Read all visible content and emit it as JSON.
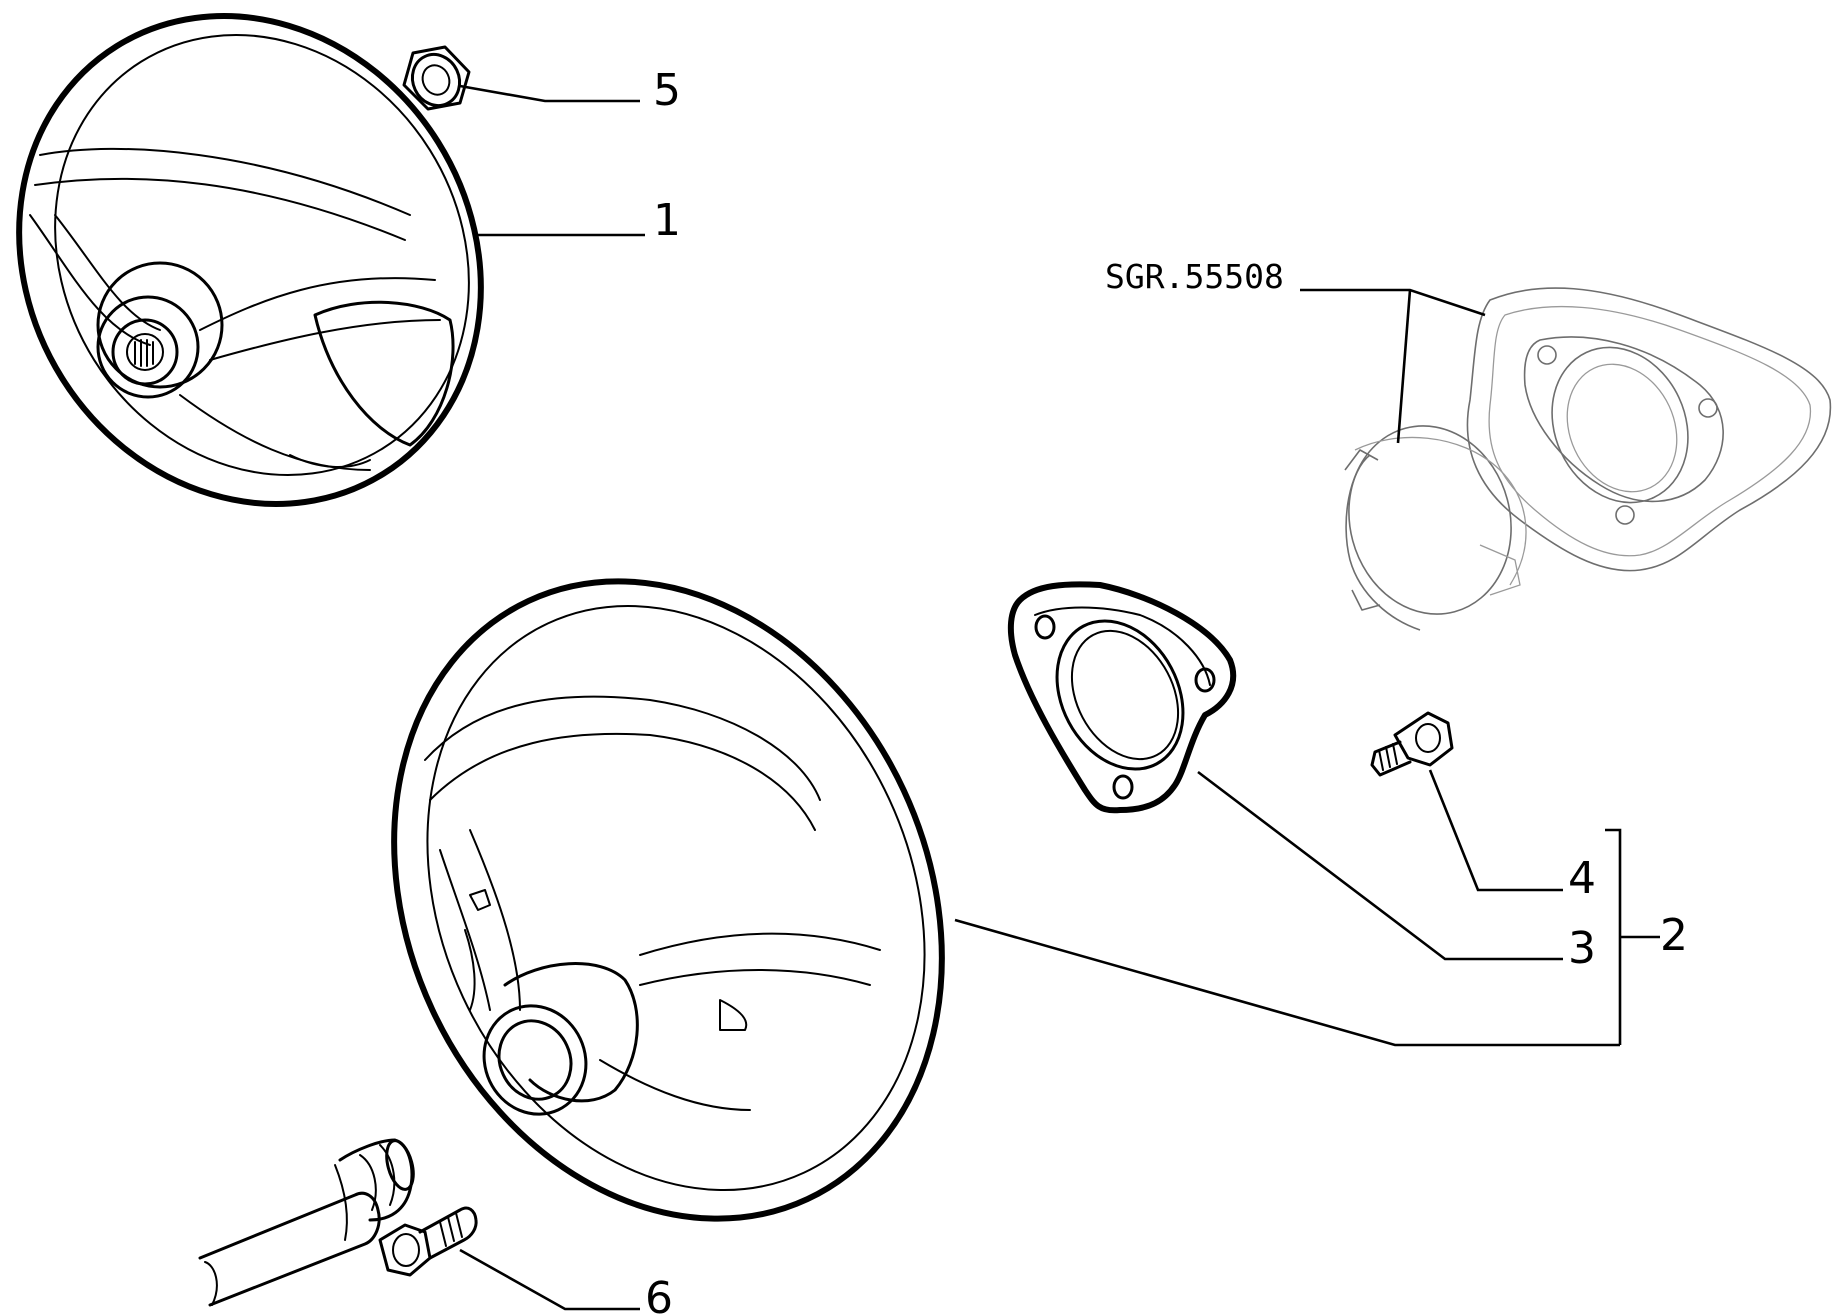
{
  "callouts": {
    "c1": "1",
    "c2": "2",
    "c3": "3",
    "c4": "4",
    "c5": "5",
    "c6": "6"
  },
  "reference_code": "SGR.55508"
}
